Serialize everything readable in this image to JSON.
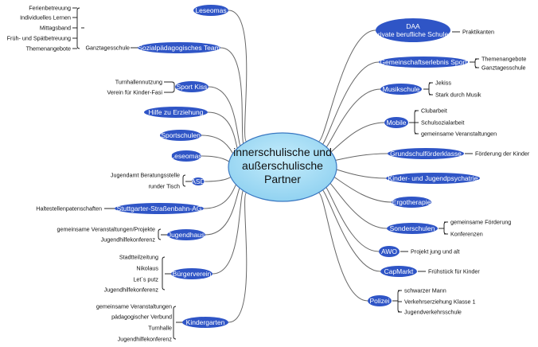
{
  "center": {
    "lines": [
      "innerschulische und",
      "außerschulische",
      "Partner"
    ]
  },
  "left": [
    {
      "label": "Leseomas",
      "items": []
    },
    {
      "label": "Sozialpädagogisches Team",
      "items": [
        {
          "label": "Ganztagesschule",
          "items": [
            "Ferienbetreuung",
            "Individuelles Lernen",
            "Mittagsband",
            "Früh- und Spätbetreuung",
            "Themenangebote"
          ]
        }
      ]
    },
    {
      "label": "Sport Kiss",
      "items": [
        "Turnhallennutzung",
        "Verein für Kinder-Fasi"
      ]
    },
    {
      "label": "Hilfe zu Erziehung",
      "items": []
    },
    {
      "label": "Sportschulen",
      "items": []
    },
    {
      "label": "Leseomas",
      "items": []
    },
    {
      "label": "ASD",
      "items": [
        "Jugendamt Beratungsstelle",
        "runder Tisch"
      ]
    },
    {
      "label": "Stuttgarter-Straßenbahn-AG",
      "items": [
        "Haltestellenpatenschaften"
      ]
    },
    {
      "label": "Jugendhaus",
      "items": [
        "gemeinsame Veranstaltungen/Projekte",
        "Jugendhilfekonferenz"
      ]
    },
    {
      "label": "Bürgerverein",
      "items": [
        "Stadtteilzeitung",
        "Nikolaus",
        "Let´s putz",
        "Jugendhilfekonferenz"
      ]
    },
    {
      "label": "Kindergarten",
      "items": [
        "gemeinsame Veranstaltungen",
        "pädagogischer Verbund",
        "Turnhalle",
        "Jugendhilfekonferenz"
      ]
    }
  ],
  "right": [
    {
      "label_lines": [
        "DAA",
        "private berufliche Schulen"
      ],
      "items": [
        "Praktikanten"
      ]
    },
    {
      "label_lines": [
        "Gemeinschaftserlebnis Sport"
      ],
      "items": [
        "Themenangebote",
        "Ganztagesschule"
      ]
    },
    {
      "label_lines": [
        "Musikschule"
      ],
      "items": [
        "Jekiss",
        "Stark durch Musik"
      ]
    },
    {
      "label_lines": [
        "Mobile"
      ],
      "items": [
        "Clubarbeit",
        "Schulsozialarbeit",
        "gemeinsame Veranstaltungen"
      ]
    },
    {
      "label_lines": [
        "Grundschulförderklasse"
      ],
      "items": [
        "Förderung der Kinder"
      ]
    },
    {
      "label_lines": [
        "Kinder- und Jugendpsychatrie"
      ],
      "items": []
    },
    {
      "label_lines": [
        "Ergotherapie"
      ],
      "items": []
    },
    {
      "label_lines": [
        "Sonderschulen"
      ],
      "items": [
        "gemeinsame Förderung",
        "Konferenzen"
      ]
    },
    {
      "label_lines": [
        "AWO"
      ],
      "items": [
        "Projekt jung und alt"
      ]
    },
    {
      "label_lines": [
        "CapMarkt"
      ],
      "items": [
        "Frühstück für Kinder"
      ]
    },
    {
      "label_lines": [
        "Polizei"
      ],
      "items": [
        "schwarzer Mann",
        "Verkehrserziehung Klasse 1",
        "Jugendverkehrsschule"
      ]
    }
  ],
  "colors": {
    "node": "#2f55c6",
    "center_fill": "#9fd8f3",
    "center_stroke": "#3a78c2",
    "line": "#666666"
  }
}
